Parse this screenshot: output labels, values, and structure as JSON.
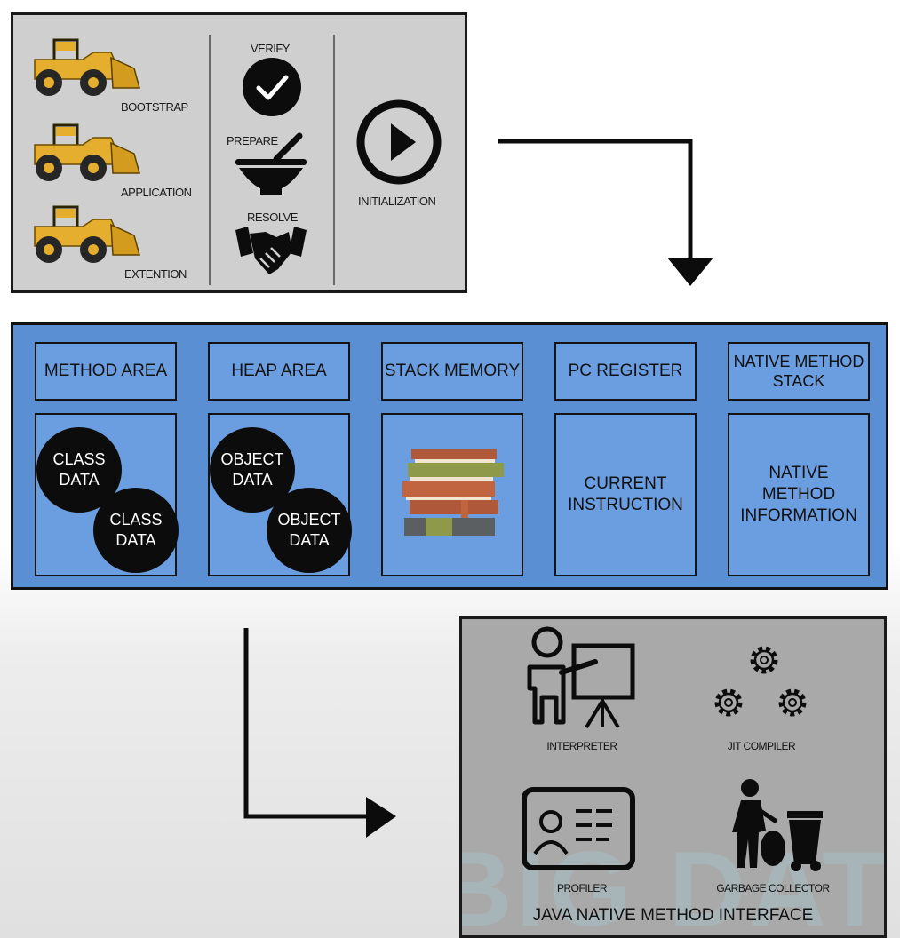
{
  "class_loader": {
    "loaders": [
      "BOOTSTRAP",
      "APPLICATION",
      "EXTENTION"
    ],
    "linking": [
      "VERIFY",
      "PREPARE",
      "RESOLVE"
    ],
    "init_label": "INITIALIZATION"
  },
  "runtime_data_areas": [
    {
      "title": "METHOD AREA",
      "content": [
        "CLASS DATA",
        "CLASS DATA"
      ]
    },
    {
      "title": "HEAP AREA",
      "content": [
        "OBJECT DATA",
        "OBJECT DATA"
      ]
    },
    {
      "title": "STACK MEMORY",
      "content_icon": "books-icon"
    },
    {
      "title": "PC REGISTER",
      "text": "CURRENT INSTRUCTION"
    },
    {
      "title": "NATIVE METHOD STACK",
      "text": "NATIVE METHOD INFORMATION"
    }
  ],
  "execution_engine": {
    "items": [
      "INTERPRETER",
      "JIT COMPILER",
      "PROFILER",
      "GARBAGE COLLECTOR"
    ],
    "footer": "JAVA NATIVE METHOD INTERFACE"
  },
  "colors": {
    "panel_gray": "#cfcfcf",
    "runtime_blue": "#5b8fd4",
    "cell_blue": "#6b9ee0",
    "loader_yellow": "#e5ae2e",
    "engine_gray": "#a9a9a9"
  }
}
